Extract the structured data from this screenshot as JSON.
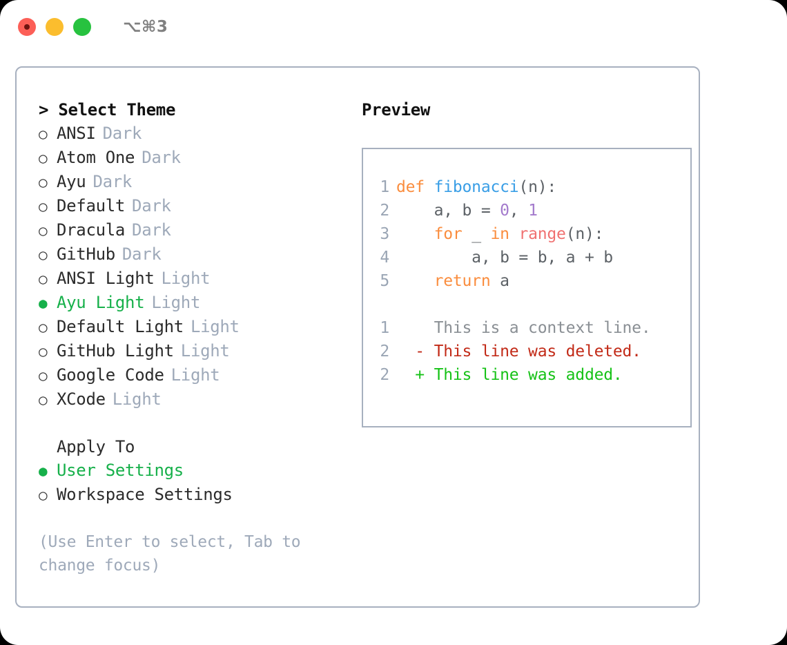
{
  "titlebar": {
    "shortcut": "⌥⌘3",
    "buttons": [
      {
        "name": "close",
        "color": "#FC5F57"
      },
      {
        "name": "minimize",
        "color": "#FBBD2E"
      },
      {
        "name": "zoom",
        "color": "#27C23F"
      }
    ]
  },
  "theme_section": {
    "caret": ">",
    "title": "Select Theme",
    "selected_bullet": "●",
    "unselected_bullet": "○",
    "items": [
      {
        "label": "ANSI",
        "kind": "Dark",
        "selected": false
      },
      {
        "label": "Atom One",
        "kind": "Dark",
        "selected": false
      },
      {
        "label": "Ayu",
        "kind": "Dark",
        "selected": false
      },
      {
        "label": "Default",
        "kind": "Dark",
        "selected": false
      },
      {
        "label": "Dracula",
        "kind": "Dark",
        "selected": false
      },
      {
        "label": "GitHub",
        "kind": "Dark",
        "selected": false
      },
      {
        "label": "ANSI Light",
        "kind": "Light",
        "selected": false
      },
      {
        "label": "Ayu Light",
        "kind": "Light",
        "selected": true
      },
      {
        "label": "Default Light",
        "kind": "Light",
        "selected": false
      },
      {
        "label": "GitHub Light",
        "kind": "Light",
        "selected": false
      },
      {
        "label": "Google Code",
        "kind": "Light",
        "selected": false
      },
      {
        "label": "XCode",
        "kind": "Light",
        "selected": false
      }
    ]
  },
  "apply_to_section": {
    "title": "Apply To",
    "items": [
      {
        "label": "User Settings",
        "selected": true
      },
      {
        "label": "Workspace Settings",
        "selected": false
      }
    ]
  },
  "hint": "(Use Enter to select, Tab to change focus)",
  "preview": {
    "title": "Preview",
    "code_lines": [
      {
        "lineno": "1",
        "tokens": [
          {
            "text": "def ",
            "type": "kw"
          },
          {
            "text": "fibonacci",
            "type": "fn"
          },
          {
            "text": "(n):",
            "type": "plain"
          }
        ]
      },
      {
        "lineno": "2",
        "tokens": [
          {
            "text": "    a, b = ",
            "type": "plain"
          },
          {
            "text": "0",
            "type": "num"
          },
          {
            "text": ", ",
            "type": "plain"
          },
          {
            "text": "1",
            "type": "num"
          }
        ]
      },
      {
        "lineno": "3",
        "tokens": [
          {
            "text": "    ",
            "type": "plain"
          },
          {
            "text": "for",
            "type": "kw"
          },
          {
            "text": " _ ",
            "type": "plain"
          },
          {
            "text": "in",
            "type": "kw"
          },
          {
            "text": " ",
            "type": "plain"
          },
          {
            "text": "range",
            "type": "call"
          },
          {
            "text": "(n):",
            "type": "plain"
          }
        ]
      },
      {
        "lineno": "4",
        "tokens": [
          {
            "text": "        a, b = b, a + b",
            "type": "plain"
          }
        ]
      },
      {
        "lineno": "5",
        "tokens": [
          {
            "text": "    ",
            "type": "plain"
          },
          {
            "text": "return",
            "type": "kw"
          },
          {
            "text": " a",
            "type": "plain"
          }
        ]
      }
    ],
    "diff_lines": [
      {
        "lineno": "1",
        "marker": "  ",
        "text": "This is a context line.",
        "type": "ctx"
      },
      {
        "lineno": "2",
        "marker": "- ",
        "text": "This line was deleted.",
        "type": "del"
      },
      {
        "lineno": "2",
        "marker": "+ ",
        "text": "This line was added.",
        "type": "add"
      }
    ]
  },
  "colors": {
    "accent_green": "#16B04A",
    "muted": "#9ea9b9",
    "border": "#a7b0bf",
    "keyword": "#FA8D3E",
    "function": "#399EE6",
    "number": "#A37ACC",
    "call": "#F07171",
    "diff_add": "#16C217",
    "diff_del": "#C22A17"
  }
}
